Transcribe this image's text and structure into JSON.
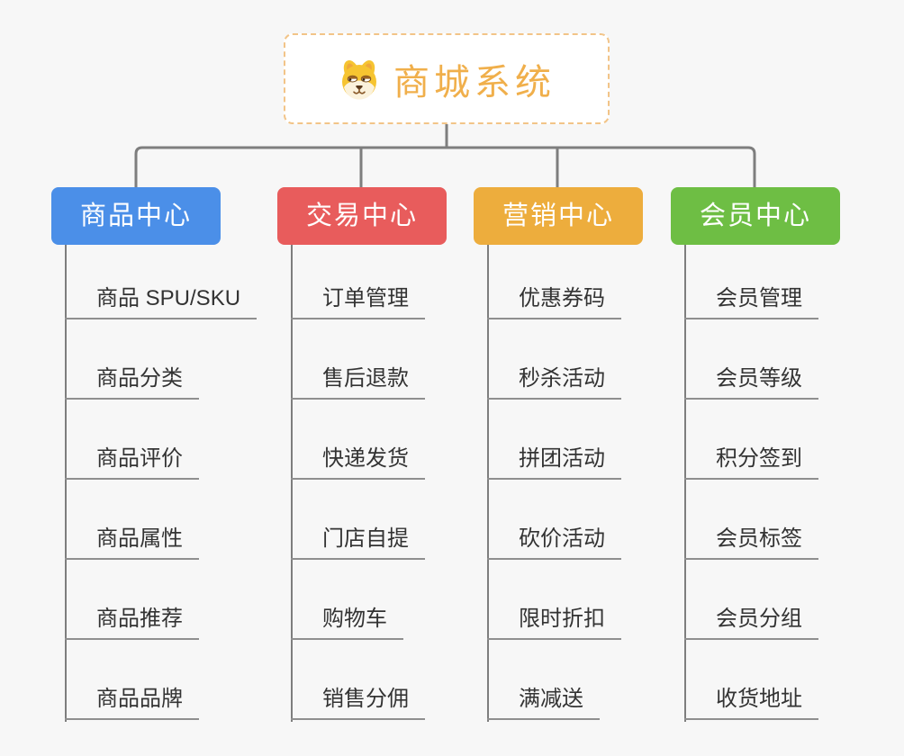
{
  "page": {
    "background": "#F7F7F7",
    "connector_color": "#7E7E7E"
  },
  "root": {
    "title": "商城系统",
    "icon": "shiba-dog-face-icon",
    "text_color": "#F0AF4B",
    "border_color": "#F2C488"
  },
  "leaf_style": {
    "text_color": "#333333",
    "underline_color": "#8F8F8F"
  },
  "branches": [
    {
      "label": "商品中心",
      "color": "#4B8FE8",
      "children": [
        "商品 SPU/SKU",
        "商品分类",
        "商品评价",
        "商品属性",
        "商品推荐",
        "商品品牌"
      ]
    },
    {
      "label": "交易中心",
      "color": "#E85C5C",
      "children": [
        "订单管理",
        "售后退款",
        "快递发货",
        "门店自提",
        "购物车",
        "销售分佣"
      ]
    },
    {
      "label": "营销中心",
      "color": "#EDAD3D",
      "children": [
        "优惠券码",
        "秒杀活动",
        "拼团活动",
        "砍价活动",
        "限时折扣",
        "满减送"
      ]
    },
    {
      "label": "会员中心",
      "color": "#6EBE44",
      "children": [
        "会员管理",
        "会员等级",
        "积分签到",
        "会员标签",
        "会员分组",
        "收货地址"
      ]
    }
  ]
}
